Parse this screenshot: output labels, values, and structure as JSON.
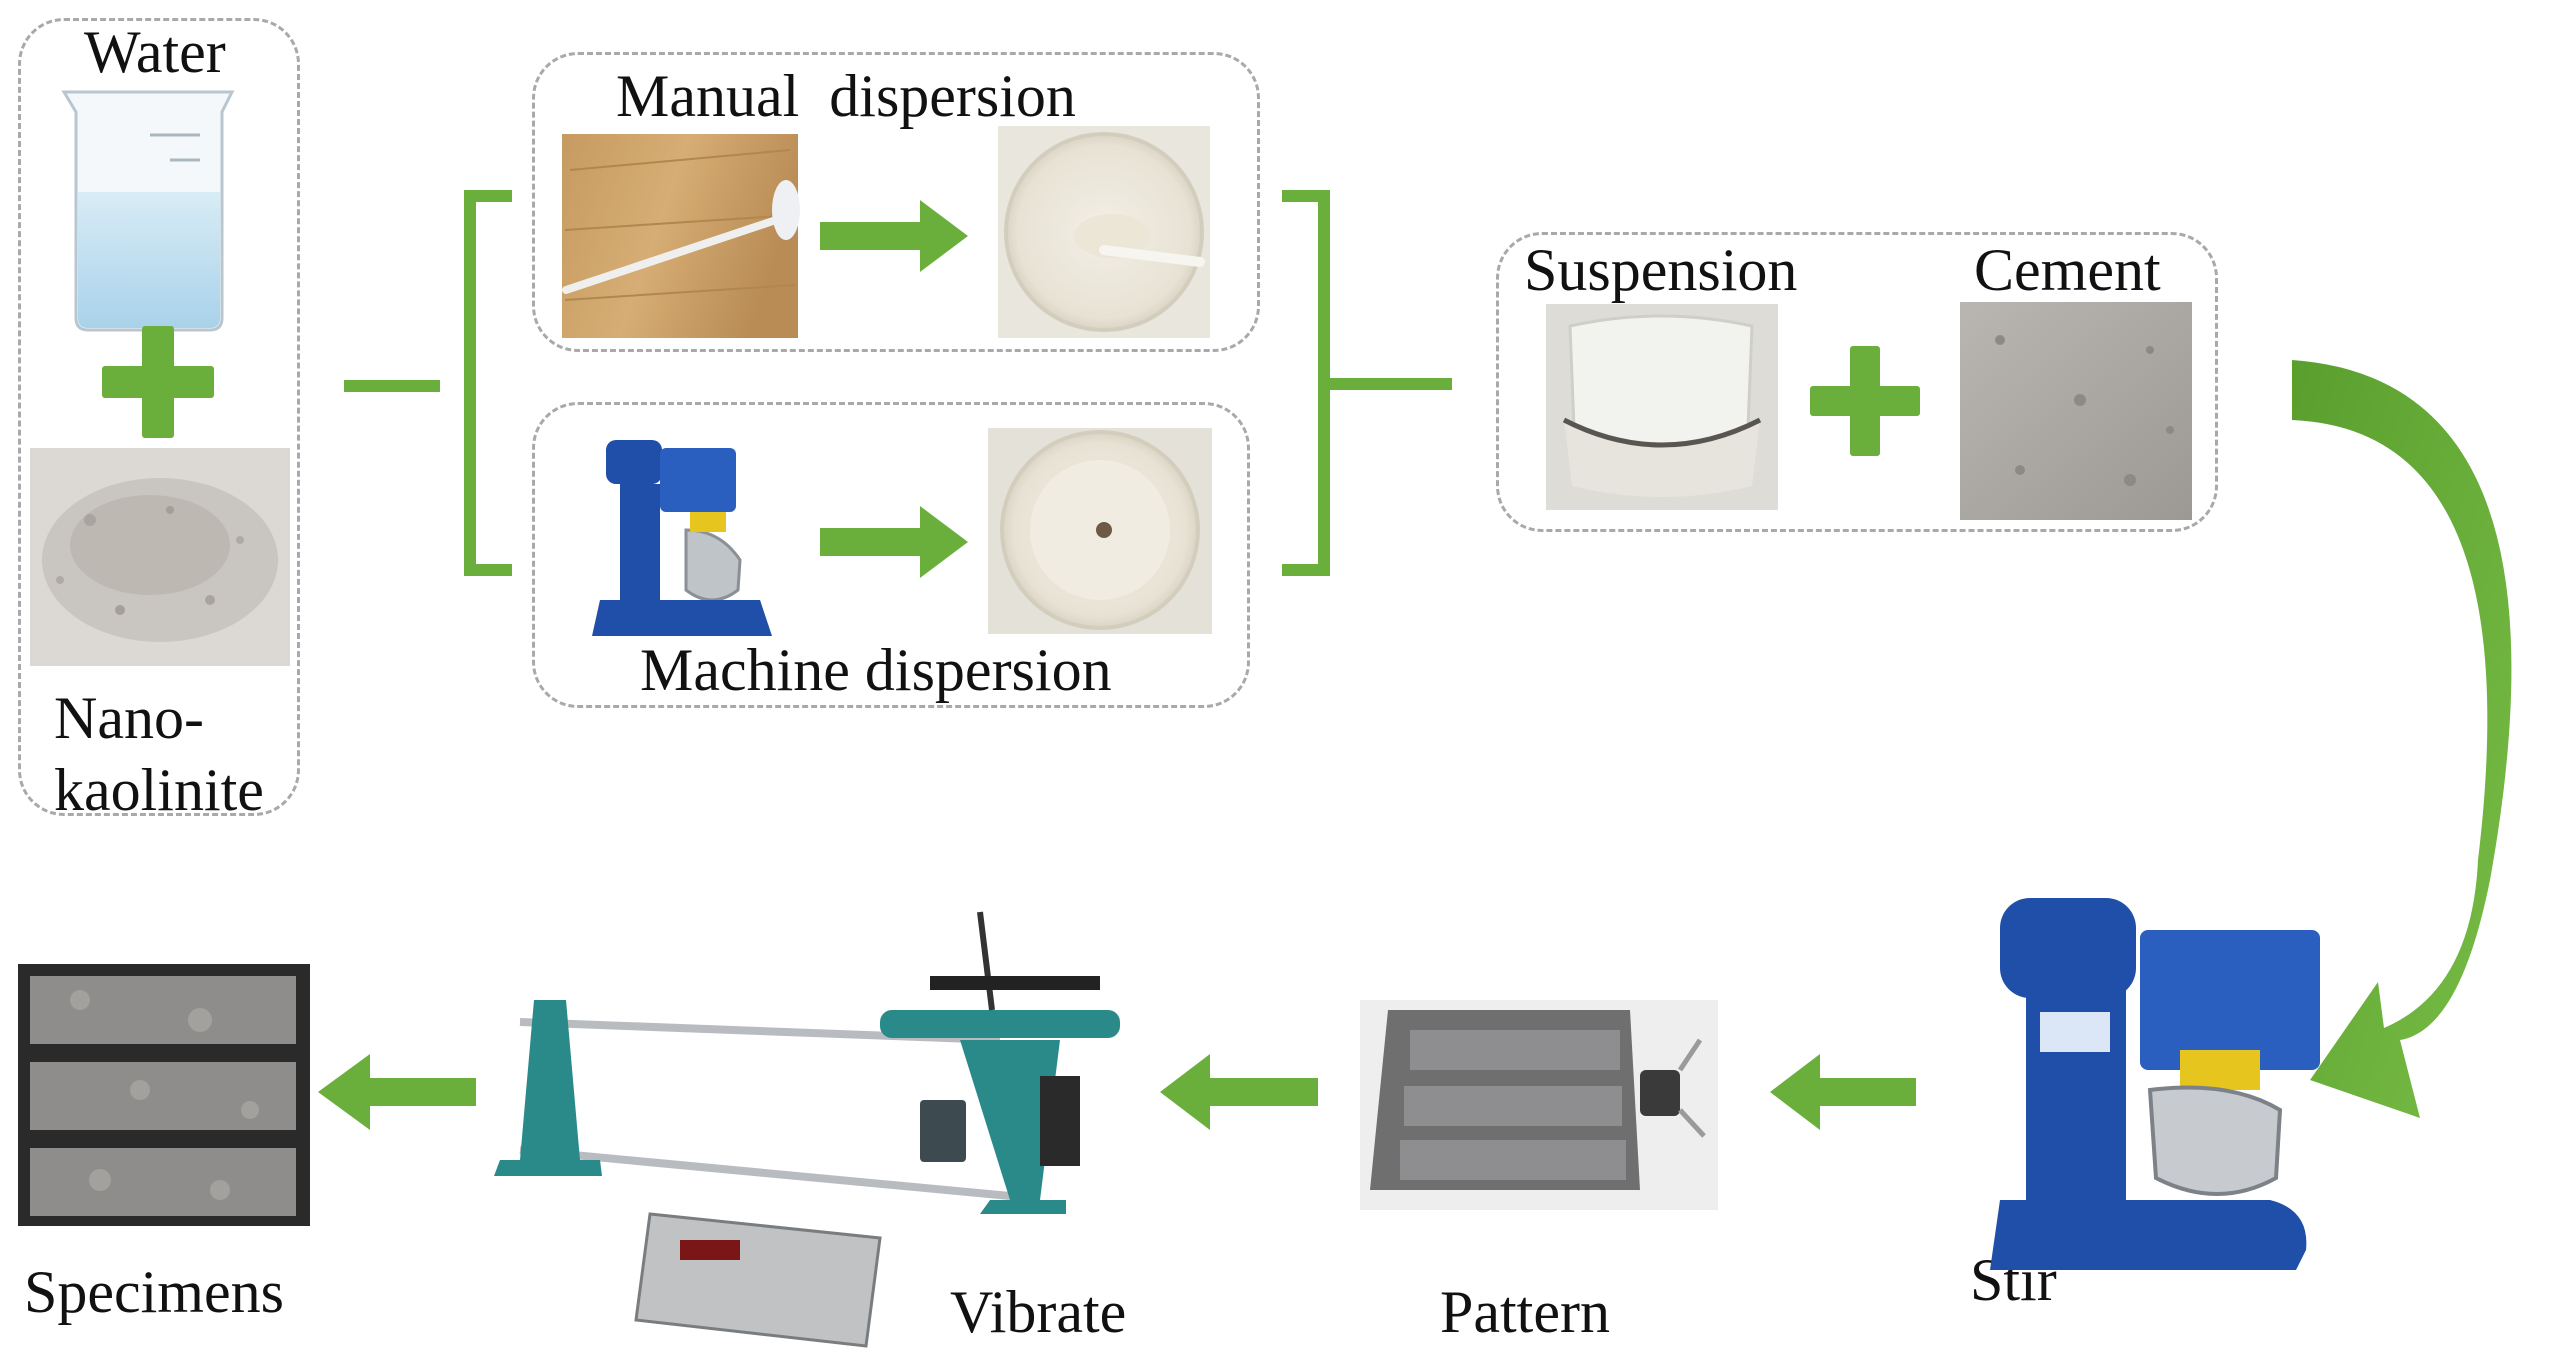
{
  "labels": {
    "water": "Water",
    "nano_line1": "Nano-",
    "nano_line2": "kaolinite",
    "manual": "Manual  dispersion",
    "machine": "Machine dispersion",
    "suspension": "Suspension",
    "cement": "Cement",
    "stir": "Stir",
    "pattern": "Pattern",
    "vibrate": "Vibrate",
    "specimens": "Specimens"
  },
  "colors": {
    "accent_green": "#6aae3c",
    "box_border": "#a9a9a9",
    "machine_blue": "#1f4fa8",
    "vibrator_teal": "#2a8a8a"
  },
  "icons": [
    "beaker-icon",
    "plus-icon",
    "powder-icon",
    "stirring-rod-icon",
    "dish-icon",
    "mixer-machine-icon",
    "jar-icon",
    "cement-icon",
    "mold-icon",
    "vibrating-table-icon",
    "specimen-bars-icon"
  ]
}
